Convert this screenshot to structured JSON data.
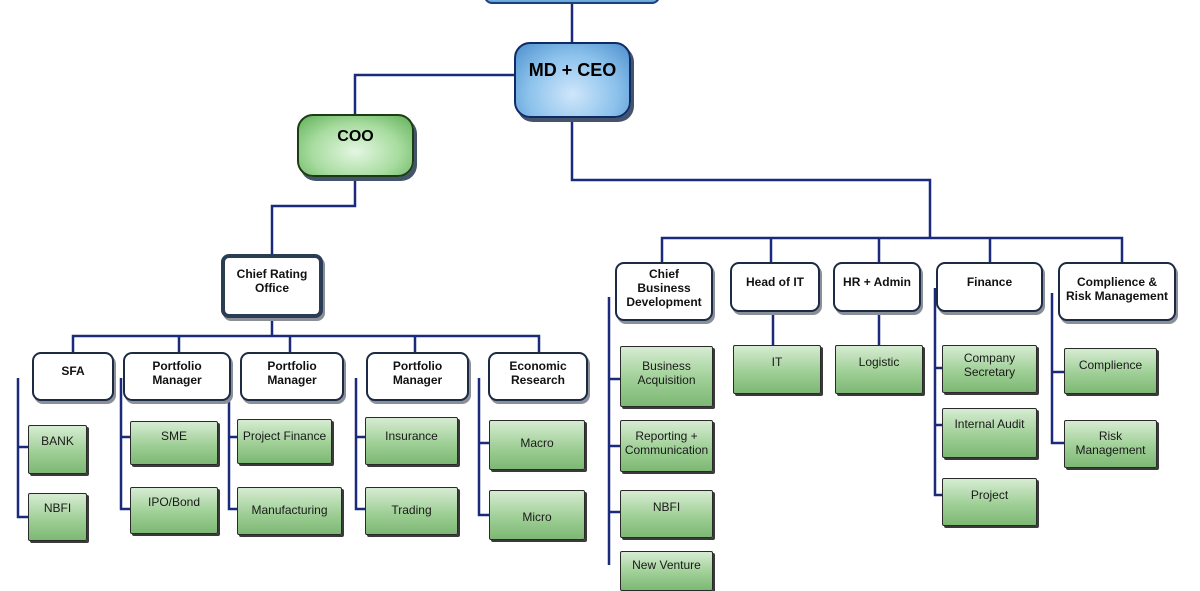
{
  "chart": {
    "top_node": {
      "label": ""
    },
    "ceo": {
      "label": "MD + CEO"
    },
    "coo": {
      "label": "COO"
    },
    "chief_rating": {
      "label_line1": "Chief Rating",
      "label_line2": "Office"
    },
    "rating_heads": [
      {
        "lines": [
          "SFA"
        ],
        "children": [
          "BANK",
          "NBFI"
        ]
      },
      {
        "lines": [
          "Portfolio",
          "Manager"
        ],
        "children": [
          "SME",
          "IPO/Bond"
        ]
      },
      {
        "lines": [
          "Portfolio",
          "Manager"
        ],
        "children": [
          "Project Finance",
          "Manufacturing"
        ]
      },
      {
        "lines": [
          "Portfolio",
          "Manager"
        ],
        "children": [
          "Insurance",
          "Trading"
        ]
      },
      {
        "lines": [
          "Economic",
          "Research"
        ],
        "children": [
          "Macro",
          "Micro"
        ]
      }
    ],
    "ceo_heads": [
      {
        "lines": [
          "Chief",
          "Business",
          "Development"
        ],
        "children": [
          [
            "Business",
            "Acquisition"
          ],
          [
            "Reporting +",
            "Communication"
          ],
          [
            "NBFI"
          ],
          [
            "New Venture"
          ]
        ]
      },
      {
        "lines": [
          "Head of IT"
        ],
        "children": [
          [
            "IT"
          ]
        ]
      },
      {
        "lines": [
          "HR + Admin"
        ],
        "children": [
          [
            "Logistic"
          ]
        ]
      },
      {
        "lines": [
          "Finance"
        ],
        "children": [
          [
            "Company",
            "Secretary"
          ],
          [
            "Internal Audit"
          ],
          [
            "Project"
          ]
        ]
      },
      {
        "lines": [
          "Complience &",
          "Risk Management"
        ],
        "children": [
          [
            "Complience"
          ],
          [
            "Risk",
            "Management"
          ]
        ]
      }
    ]
  },
  "colors": {
    "connector": "#1b2a7a",
    "ceo_fill": "#8cc2ec",
    "coo_fill": "#a7dc9f",
    "leaf_fill": "#9fcf96"
  }
}
